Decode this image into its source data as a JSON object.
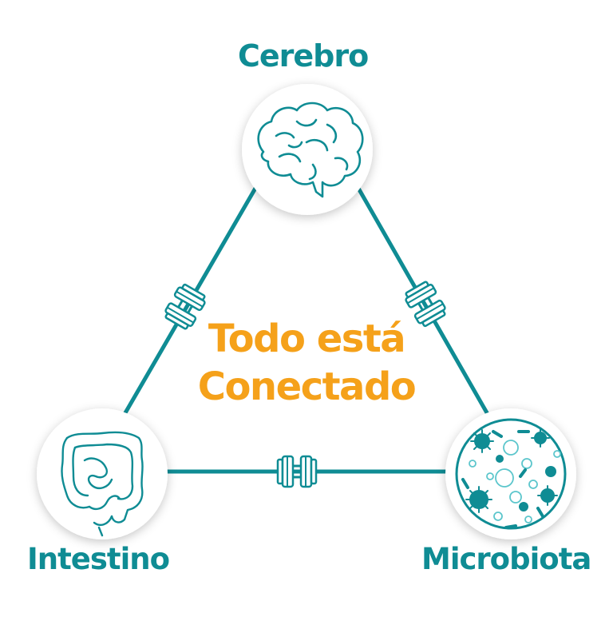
{
  "nodes": {
    "brain": {
      "label": "Cerebro",
      "icon": "brain-icon"
    },
    "intestine": {
      "label": "Intestino",
      "icon": "intestine-icon"
    },
    "microbiota": {
      "label": "Microbiota",
      "icon": "microbiota-icon"
    }
  },
  "center": {
    "line1": "Todo está",
    "line2": "Conectado"
  },
  "colors": {
    "teal": "#0f8c94",
    "orange": "#f5a11a",
    "circle_fill": "#ffffff",
    "shadow": "#d9dcdd"
  }
}
